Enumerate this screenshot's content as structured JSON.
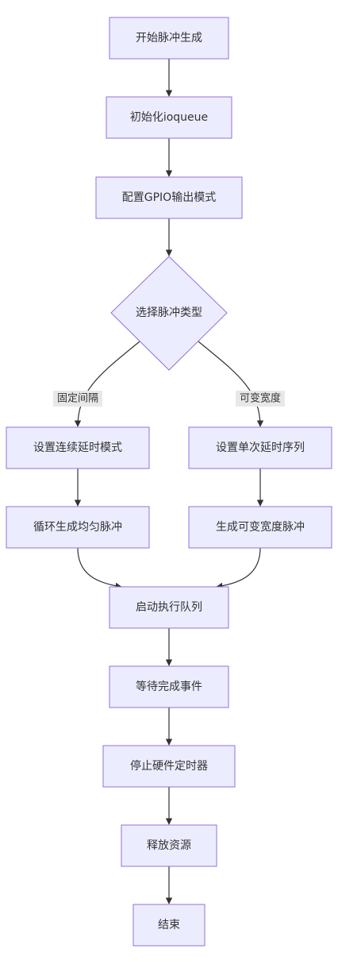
{
  "nodes": {
    "start": "开始脉冲生成",
    "init": "初始化ioqueue",
    "config_gpio": "配置GPIO输出模式",
    "choose_type": "选择脉冲类型",
    "set_continuous": "设置连续延时模式",
    "set_single": "设置单次延时序列",
    "loop_uniform": "循环生成均匀脉冲",
    "gen_variable": "生成可变宽度脉冲",
    "start_queue": "启动执行队列",
    "wait_done": "等待完成事件",
    "stop_timer": "停止硬件定时器",
    "release": "释放资源",
    "end": "结束"
  },
  "edge_labels": {
    "fixed_interval": "固定间隔",
    "variable_width": "可变宽度"
  },
  "colors": {
    "node_fill": "#ececff",
    "node_stroke": "#9370db",
    "edge": "#333333",
    "label_bg": "#e8e8e8",
    "text": "#333333"
  }
}
